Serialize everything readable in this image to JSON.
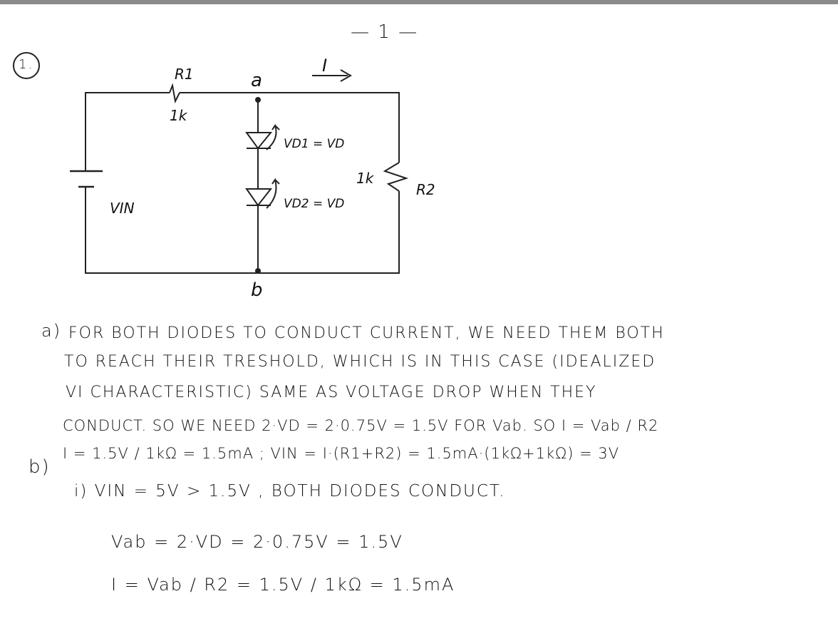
{
  "page_number": "— 1 —",
  "problem_number": "1.",
  "circuit": {
    "r1_label": "R1",
    "r1_value": "1k",
    "node_a": "a",
    "node_b": "b",
    "current_label": "I",
    "d1_label": "VD1 = VD",
    "d2_label": "VD2 = VD",
    "r2_label": "R2",
    "r2_value": "1k",
    "source_label": "VIN"
  },
  "solution": {
    "part_a_marker": "a)",
    "part_a_lines": [
      "FOR BOTH DIODES TO CONDUCT CURRENT, WE NEED THEM BOTH",
      "TO REACH THEIR TRESHOLD, WHICH IS IN THIS CASE (IDEALIZED",
      "VI CHARACTERISTIC) SAME AS VOLTAGE DROP WHEN THEY",
      "CONDUCT. SO WE NEED  2·VD = 2·0.75V = 1.5V FOR Vab. SO I = Vab / R2"
    ],
    "part_b_marker": "b)",
    "part_b_line": "I = 1.5V / 1kΩ = 1.5mA ;  VIN = I·(R1+R2) = 1.5mA·(1kΩ+1kΩ) = 3V",
    "sub_i": "i)  VIN = 5V > 1.5V ,  BOTH DIODES CONDUCT.",
    "vab_eq": "Vab = 2·VD = 2·0.75V = 1.5V",
    "i_eq": "I = Vab / R2 = 1.5V / 1kΩ = 1.5mA"
  }
}
